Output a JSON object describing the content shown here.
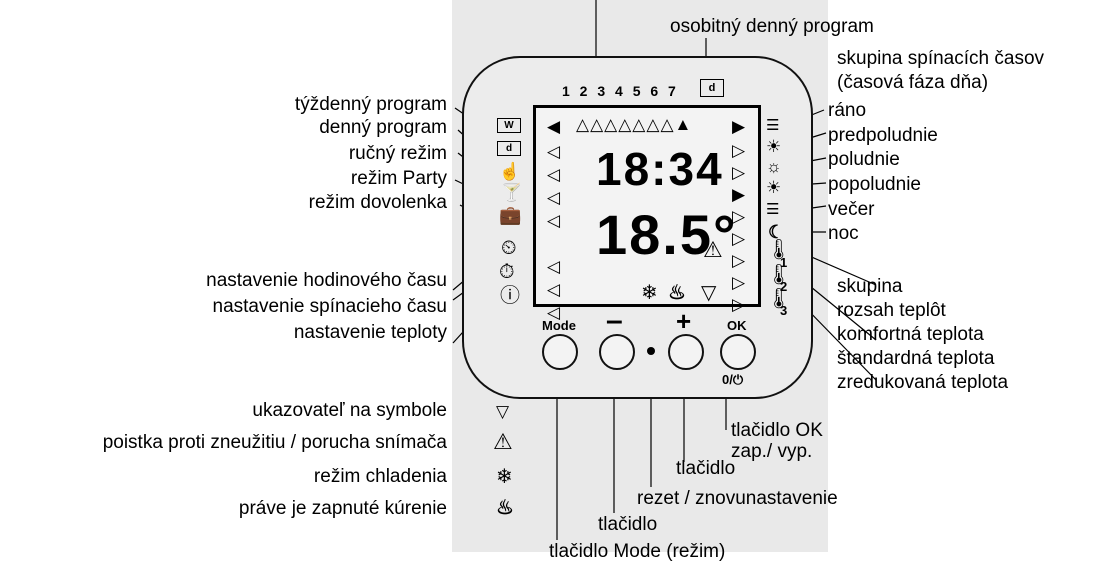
{
  "day_numbers": "1 2 3 4 5 6 7",
  "day_badge": "d",
  "week_badge": "W",
  "display": {
    "time": "18:34",
    "temperature": "18.5°"
  },
  "buttons": {
    "mode": "Mode",
    "minus": "–",
    "plus": "+",
    "ok": "OK",
    "onoff": "0/⏻"
  },
  "temp_markers": [
    "1",
    "2",
    "3"
  ],
  "left_labels": {
    "weekly": "týždenný program",
    "daily": "denný program",
    "manual": "ručný režim",
    "party": "režim Party",
    "holiday": "režim dovolenka",
    "clock": "nastavenie hodinového času",
    "switch_time": "nastavenie spínacieho času",
    "temperature": "nastavenie teploty"
  },
  "right_labels": {
    "special": "osobitný denný program",
    "group1": "skupina spínacích časov",
    "group2": "(časová fáza dňa)",
    "morning": "ráno",
    "forenoon": "predpoludnie",
    "noon": "poludnie",
    "afternoon": "popoludnie",
    "evening": "večer",
    "night": "noc",
    "tgroup": "skupina",
    "trange": "rozsah teplôt",
    "comfort": "komfortná teplota",
    "standard": "štandardná teplota",
    "reduced": "zredukovaná teplota"
  },
  "bottom_labels": {
    "ok": "tlačidlo OK",
    "onoff": "zap./ vyp.",
    "plus": "tlačidlo",
    "reset": "rezet / znovunastavenie",
    "minus": "tlačidlo",
    "mode": "tlačidlo Mode (režim)"
  },
  "legend": {
    "pointer": "ukazovateľ na symbole",
    "tamper": "poistka proti zneužitiu / porucha snímača",
    "cooling": "režim chladenia",
    "heating": "práve je zapnuté kúrenie"
  }
}
